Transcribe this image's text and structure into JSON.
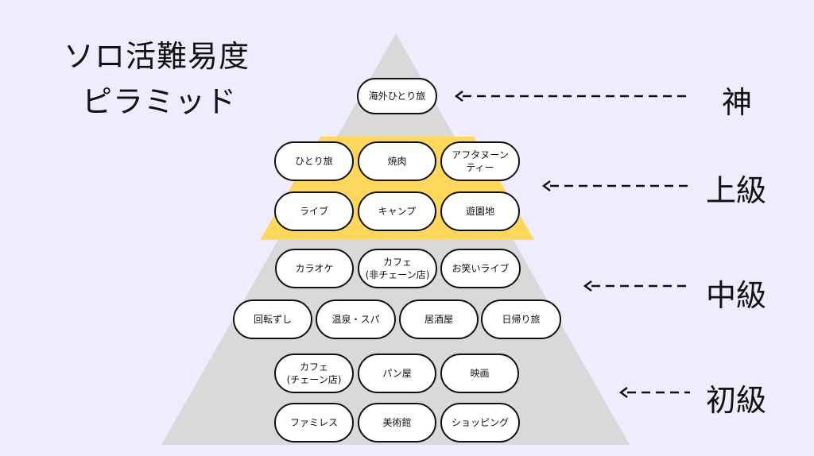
{
  "title": {
    "line1": "ソロ活難易度",
    "line2": "ピラミッド"
  },
  "colors": {
    "background": "#efedfd",
    "pyramid": "#d9d9d9",
    "highlight": "#ffd75a",
    "outline": "#111111"
  },
  "levels": {
    "god": {
      "label": "神",
      "items": [
        {
          "lines": [
            "海外ひとり旅"
          ]
        }
      ]
    },
    "advanced": {
      "label": "上級",
      "items": [
        {
          "lines": [
            "ひとり旅"
          ]
        },
        {
          "lines": [
            "焼肉"
          ]
        },
        {
          "lines": [
            "アフタヌーン",
            "ティー"
          ]
        },
        {
          "lines": [
            "ライブ"
          ]
        },
        {
          "lines": [
            "キャンプ"
          ]
        },
        {
          "lines": [
            "遊園地"
          ]
        }
      ]
    },
    "intermediate": {
      "label": "中級",
      "items": [
        {
          "lines": [
            "カラオケ"
          ]
        },
        {
          "lines": [
            "カフェ",
            "(非チェーン店)"
          ]
        },
        {
          "lines": [
            "お笑いライブ"
          ]
        },
        {
          "lines": [
            "回転ずし"
          ]
        },
        {
          "lines": [
            "温泉・スパ"
          ]
        },
        {
          "lines": [
            "居酒屋"
          ]
        },
        {
          "lines": [
            "日帰り旅"
          ]
        }
      ]
    },
    "beginner": {
      "label": "初級",
      "items": [
        {
          "lines": [
            "カフェ",
            "(チェーン店)"
          ]
        },
        {
          "lines": [
            "パン屋"
          ]
        },
        {
          "lines": [
            "映画"
          ]
        },
        {
          "lines": [
            "ファミレス"
          ]
        },
        {
          "lines": [
            "美術館"
          ]
        },
        {
          "lines": [
            "ショッピング"
          ]
        }
      ]
    }
  }
}
